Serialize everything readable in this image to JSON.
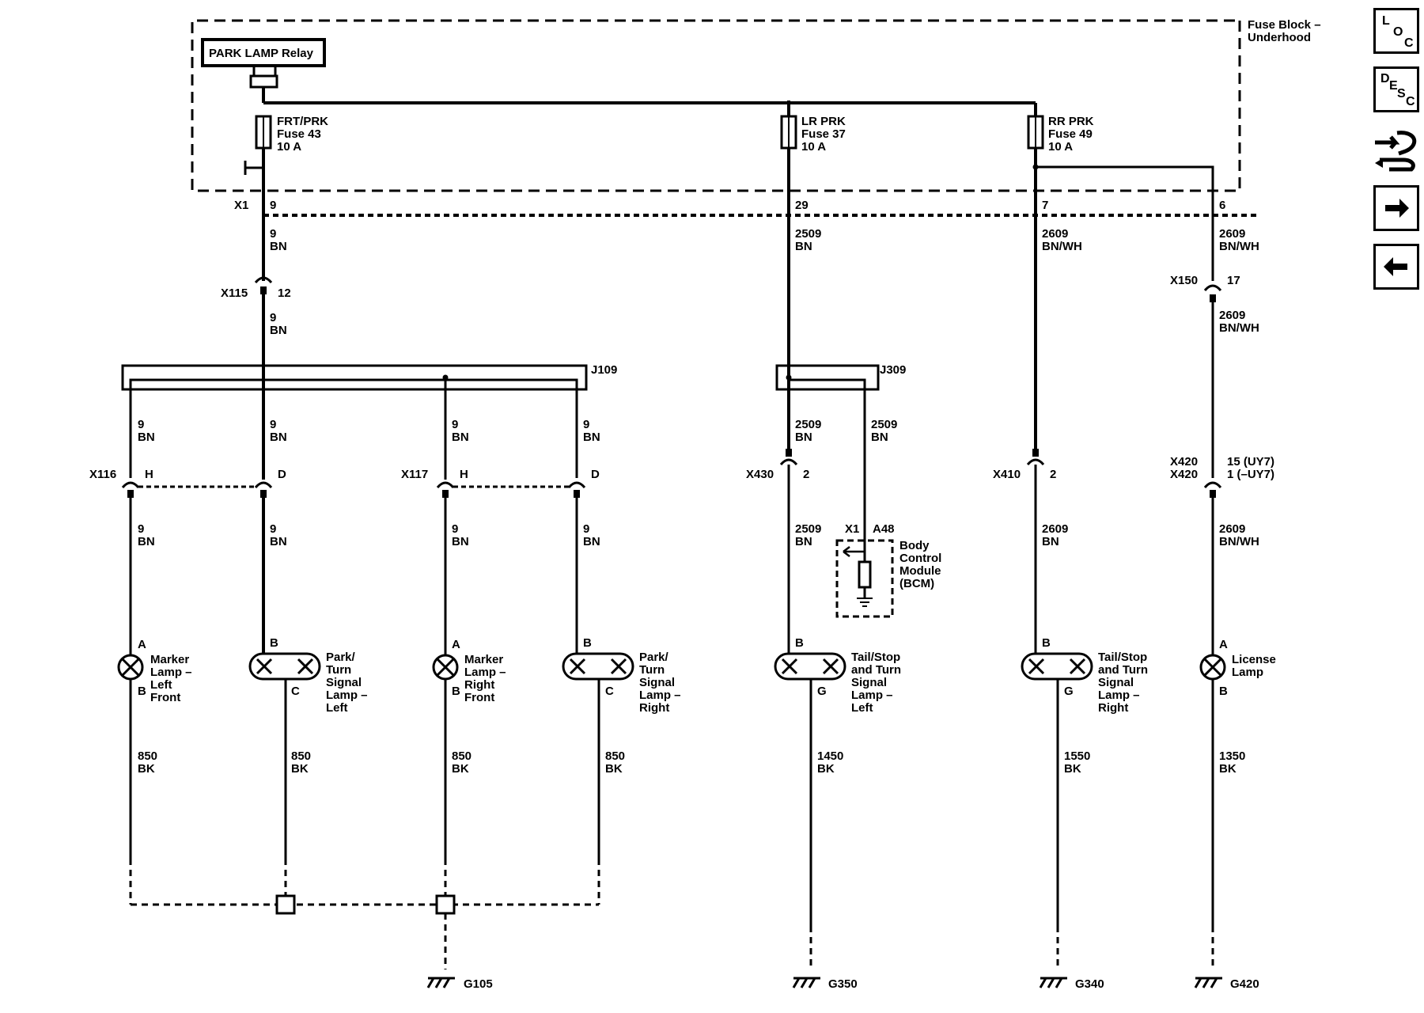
{
  "fuse_block": {
    "label_line1": "Fuse Block –",
    "label_line2": "Underhood"
  },
  "relay": {
    "label": "PARK LAMP Relay"
  },
  "fuses": [
    {
      "name": "FRT/PRK",
      "fuse": "Fuse 43",
      "rating": "10 A"
    },
    {
      "name": "LR PRK",
      "fuse": "Fuse 37",
      "rating": "10 A"
    },
    {
      "name": "RR PRK",
      "fuse": "Fuse 49",
      "rating": "10 A"
    }
  ],
  "connector_x1": {
    "label": "X1",
    "pins": [
      "9",
      "29",
      "7",
      "6"
    ]
  },
  "wires": {
    "w9": {
      "circuit": "9",
      "color": "BN"
    },
    "w2509": {
      "circuit": "2509",
      "color": "BN"
    },
    "w2609bnwh": {
      "circuit": "2609",
      "color": "BN/WH"
    },
    "w2609bn": {
      "circuit": "2609",
      "color": "BN"
    },
    "w850": {
      "circuit": "850",
      "color": "BK"
    },
    "w1450": {
      "circuit": "1450",
      "color": "BK"
    },
    "w1550": {
      "circuit": "1550",
      "color": "BK"
    },
    "w1350": {
      "circuit": "1350",
      "color": "BK"
    }
  },
  "connectors": {
    "x115": {
      "label": "X115",
      "pin": "12"
    },
    "x150": {
      "label": "X150",
      "pin": "17"
    },
    "x116": {
      "label": "X116",
      "pin_a": "H",
      "pin_b": "D"
    },
    "x117": {
      "label": "X117",
      "pin_a": "H",
      "pin_b": "D"
    },
    "x430": {
      "label": "X430",
      "pin": "2"
    },
    "x410": {
      "label": "X410",
      "pin": "2"
    },
    "x420": {
      "label1": "X420",
      "pin1": "15 (UY7)",
      "label2": "X420",
      "pin2": "1 (–UY7)"
    }
  },
  "splices": {
    "j109": "J109",
    "j309": "J309"
  },
  "bcm": {
    "conn": "X1",
    "pin": "A48",
    "line1": "Body",
    "line2": "Control",
    "line3": "Module",
    "line4": "(BCM)"
  },
  "lamps": {
    "marker_lf": {
      "pin_top": "A",
      "pin_bottom": "B",
      "lines": [
        "Marker",
        "Lamp –",
        "Left",
        "Front"
      ]
    },
    "park_turn_left": {
      "pin_top": "B",
      "pin_bottom": "C",
      "lines": [
        "Park/",
        "Turn",
        "Signal",
        "Lamp –",
        "Left"
      ]
    },
    "marker_rf": {
      "pin_top": "A",
      "pin_bottom": "B",
      "lines": [
        "Marker",
        "Lamp –",
        "Right",
        "Front"
      ]
    },
    "park_turn_right": {
      "pin_top": "B",
      "pin_bottom": "C",
      "lines": [
        "Park/",
        "Turn",
        "Signal",
        "Lamp –",
        "Right"
      ]
    },
    "tail_left": {
      "pin_top": "B",
      "pin_bottom": "G",
      "lines": [
        "Tail/Stop",
        "and Turn",
        "Signal",
        "Lamp –",
        "Left"
      ]
    },
    "tail_right": {
      "pin_top": "B",
      "pin_bottom": "G",
      "lines": [
        "Tail/Stop",
        "and Turn",
        "Signal",
        "Lamp –",
        "Right"
      ]
    },
    "license": {
      "pin_top": "A",
      "pin_bottom": "B",
      "lines": [
        "License",
        "Lamp"
      ]
    }
  },
  "grounds": [
    "G105",
    "G350",
    "G340",
    "G420"
  ],
  "nav": {
    "loc": [
      "L",
      "O",
      "C"
    ],
    "desc": [
      "D",
      "E",
      "S",
      "C"
    ],
    "connector_icon": "connector-tool-icon",
    "next_icon": "arrow-right-icon",
    "prev_icon": "arrow-left-icon"
  }
}
